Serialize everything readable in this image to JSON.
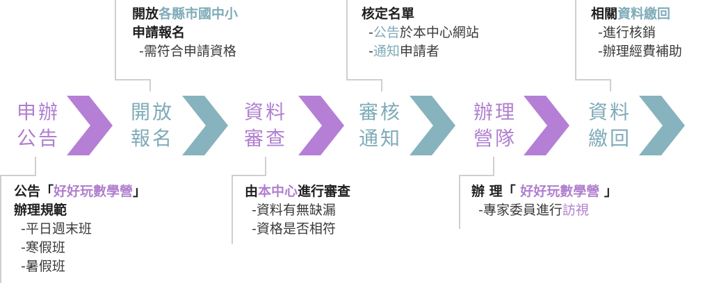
{
  "colors": {
    "purple": "#b57fd6",
    "teal": "#86b3bd",
    "text": "#2b2b2b",
    "line": "#cfcfcf"
  },
  "steps": [
    {
      "line1": "申辦",
      "line2": "公告",
      "color": "purple"
    },
    {
      "line1": "開放",
      "line2": "報名",
      "color": "teal"
    },
    {
      "line1": "資料",
      "line2": "審查",
      "color": "purple"
    },
    {
      "line1": "審核",
      "line2": "通知",
      "color": "teal"
    },
    {
      "line1": "辦理",
      "line2": "營隊",
      "color": "purple"
    },
    {
      "line1": "資料",
      "line2": "繳回",
      "color": "teal"
    }
  ],
  "notes": {
    "step1": {
      "title_a": "公告「",
      "title_hl": "好好玩數學營",
      "title_b": "」",
      "title_line2": "辦理規範",
      "items": [
        "-平日週末班",
        "-寒假班",
        "-暑假班"
      ]
    },
    "step2": {
      "title_a": "開放",
      "title_hl": "各縣市國中小",
      "title_line2": "申請報名",
      "items": [
        "-需符合申請資格"
      ]
    },
    "step3": {
      "title_a": "由",
      "title_hl": "本中心",
      "title_b": "進行審查",
      "items": [
        "-資料有無缺漏",
        "-資格是否相符"
      ]
    },
    "step4": {
      "title": "核定名單",
      "item1_dash": "-",
      "item1_hl": "公告",
      "item1_rest": "於本中心網站",
      "item2_dash": "-",
      "item2_hl": "通知",
      "item2_rest": "申請者"
    },
    "step5": {
      "title_a": "辦 理「 ",
      "title_hl": "好好玩數學營",
      "title_b": " 」",
      "item_a": "-專家委員進行",
      "item_hl": "訪視"
    },
    "step6": {
      "title_a": "相關",
      "title_hl": "資料繳回",
      "items": [
        "-進行核銷",
        "-辦理經費補助"
      ]
    }
  }
}
